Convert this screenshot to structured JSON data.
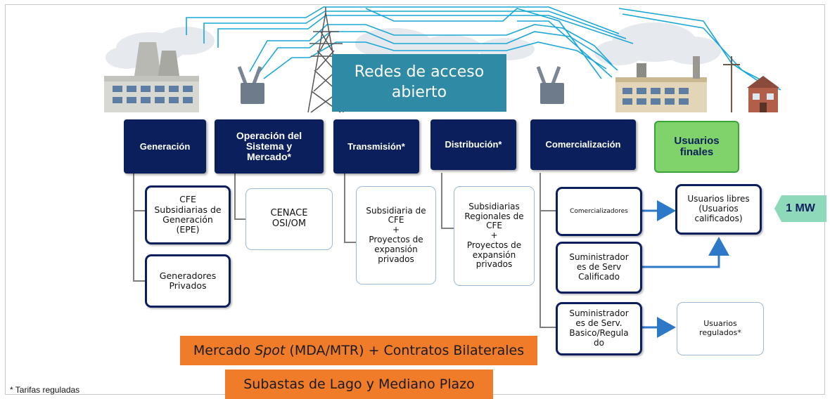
{
  "banner": {
    "line1": "Redes de acceso",
    "line2": "abierto"
  },
  "headers": {
    "generacion": "Generación",
    "operacion": [
      "Operación del",
      "Sistema y",
      "Mercado*"
    ],
    "transmision": "Transmisión*",
    "distribucion": "Distribución*",
    "comercializacion": "Comercialización",
    "usuarios_finales": [
      "Usuarios",
      "finales"
    ]
  },
  "boxes": {
    "cfe_gen": [
      "CFE",
      "Subsidiarias de",
      "Generación",
      "(EPE)"
    ],
    "gen_privados": [
      "Generadores",
      "Privados"
    ],
    "cenace": [
      "CENACE",
      "OSI/OM"
    ],
    "transmision": [
      "Subsidiaria de",
      "CFE",
      "+",
      "Proyectos de",
      "expansión",
      "privados"
    ],
    "distribucion": [
      "Subsidiarias",
      "Regionales de",
      "CFE",
      "+",
      "Proyectos de",
      "expansión",
      "privados"
    ],
    "comercializadores": "Comercializadores",
    "suministradores_calificado": [
      "Suministrador",
      "es de Serv",
      "Calificado"
    ],
    "suministradores_basico": [
      "Suministrador",
      "es de Serv.",
      "Basico/Regula",
      "do"
    ],
    "usuarios_libres": [
      "Usuarios libres",
      "(Usuarios",
      "calificados)"
    ],
    "usuarios_regulados": [
      "Usuarios",
      "regulados*"
    ]
  },
  "threshold": "1 MW",
  "markets": {
    "spot_pre": "Mercado ",
    "spot_em": "Spot",
    "spot_post": " (MDA/MTR) + Contratos Bilaterales",
    "subastas": "Subastas de Lago y Mediano Plazo"
  },
  "footnote": "* Tarifas reguladas",
  "colors": {
    "navy": "#0b1f5c",
    "teal": "#2e8aa5",
    "orange": "#f07c2a",
    "green": "#7fd36a",
    "mint": "#8fd9bb",
    "cyan_lines": "#1aa7d8",
    "arrow": "#2e78c8"
  }
}
